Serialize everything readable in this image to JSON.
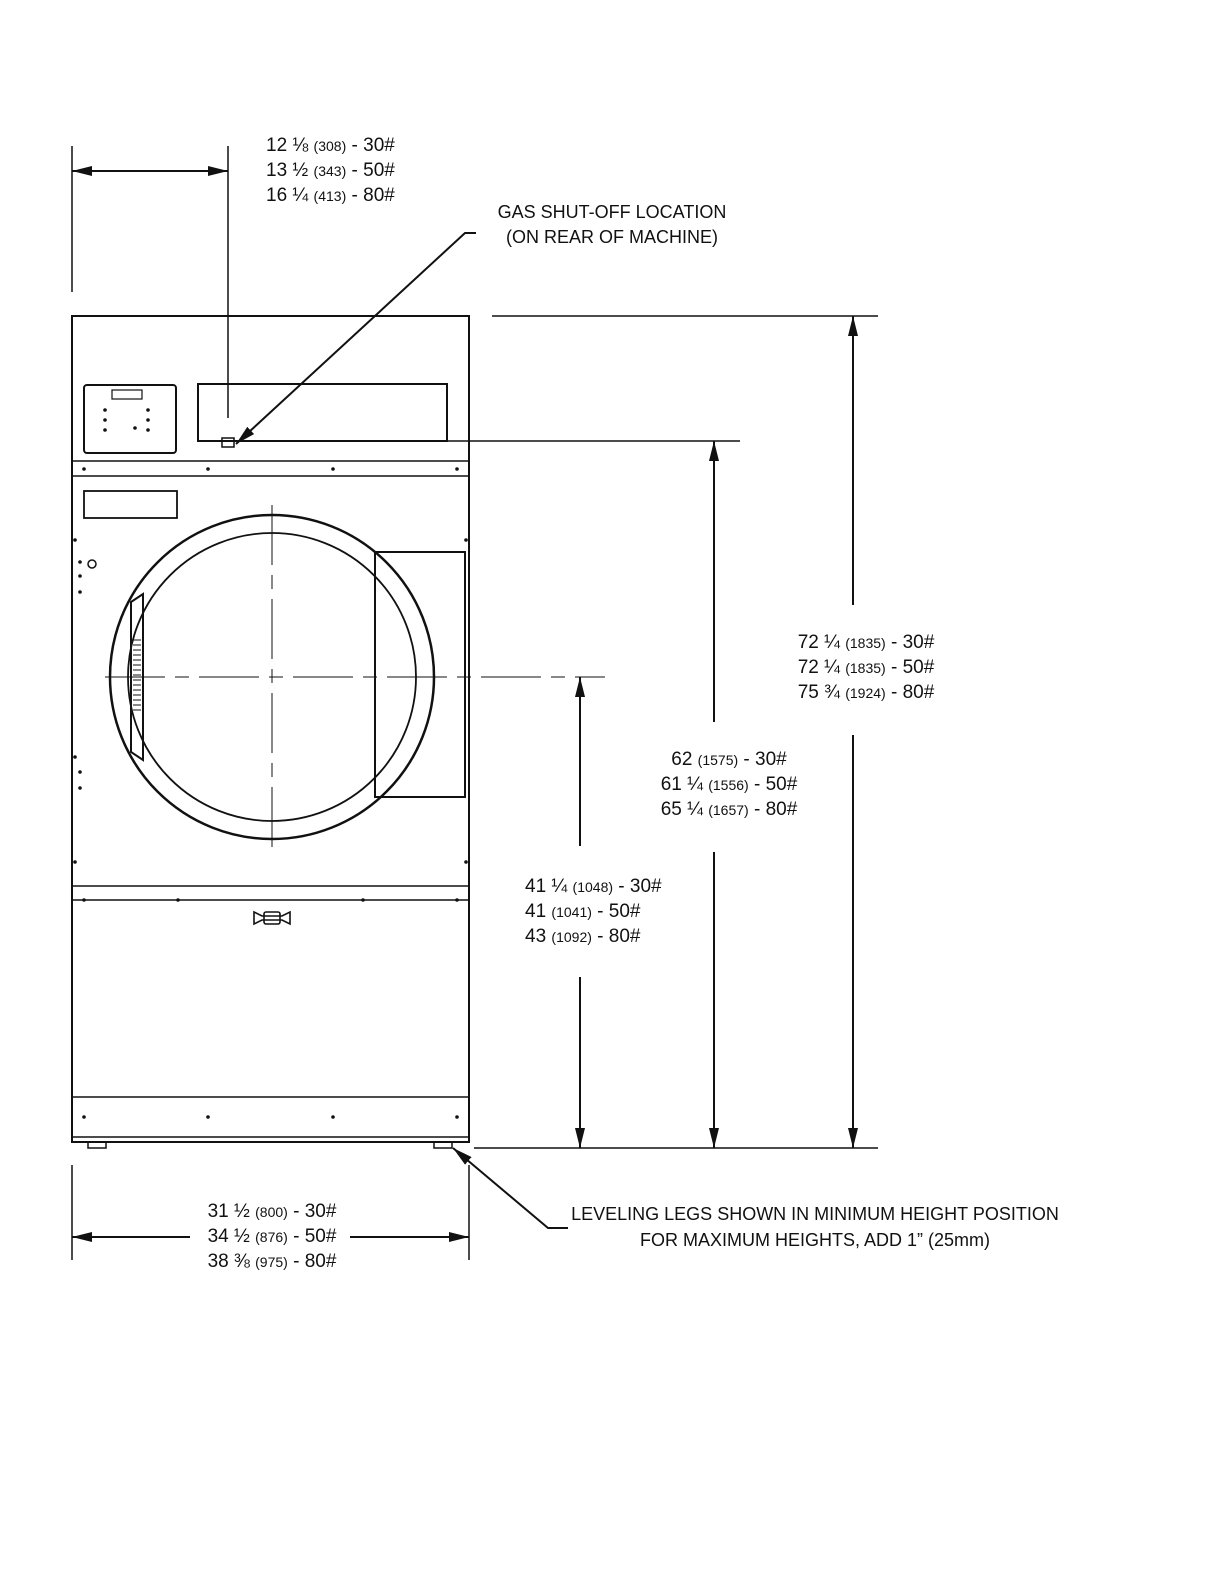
{
  "dimensions": {
    "top_offset": [
      {
        "main": "12 ⅛",
        "mm": "(308)",
        "cap": "- 30#"
      },
      {
        "main": "13 ½",
        "mm": "(343)",
        "cap": "- 50#"
      },
      {
        "main": "16 ¼",
        "mm": "(413)",
        "cap": "- 80#"
      }
    ],
    "overall_height": [
      {
        "main": "72 ¼",
        "mm": "(1835)",
        "cap": "- 30#"
      },
      {
        "main": "72 ¼",
        "mm": "(1835)",
        "cap": "- 50#"
      },
      {
        "main": "75 ¾",
        "mm": "(1924)",
        "cap": "- 80#"
      }
    ],
    "gas_shutoff_height": [
      {
        "main": "62",
        "mm": "(1575)",
        "cap": "- 30#"
      },
      {
        "main": "61 ¼",
        "mm": "(1556)",
        "cap": "- 50#"
      },
      {
        "main": "65 ¼",
        "mm": "(1657)",
        "cap": "- 80#"
      }
    ],
    "door_center_height": [
      {
        "main": "41 ¼",
        "mm": "(1048)",
        "cap": "- 30#"
      },
      {
        "main": "41",
        "mm": "(1041)",
        "cap": "- 50#"
      },
      {
        "main": "43",
        "mm": "(1092)",
        "cap": "- 80#"
      }
    ],
    "overall_width": [
      {
        "main": "31 ½",
        "mm": "(800)",
        "cap": "- 30#"
      },
      {
        "main": "34 ½",
        "mm": "(876)",
        "cap": "- 50#"
      },
      {
        "main": "38 ⅜",
        "mm": "(975)",
        "cap": "- 80#"
      }
    ]
  },
  "notes": {
    "gas_shutoff": [
      "GAS SHUT-OFF LOCATION",
      "(ON REAR OF MACHINE)"
    ],
    "leveling_legs": [
      "LEVELING LEGS SHOWN IN MINIMUM HEIGHT POSITION",
      "FOR MAXIMUM HEIGHTS, ADD 1” (25mm)"
    ]
  }
}
